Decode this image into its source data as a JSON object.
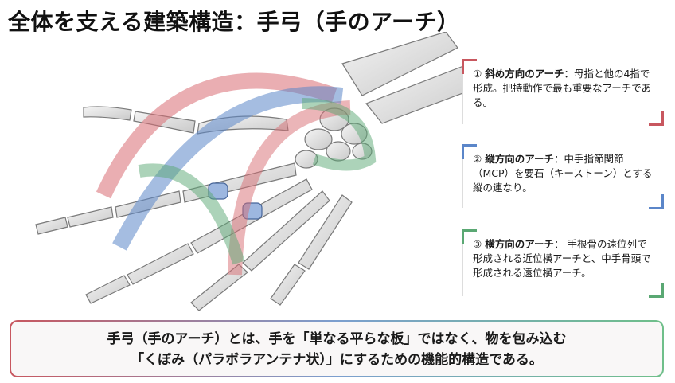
{
  "title": "全体を支える建築構造：手弓（手のアーチ）",
  "cards": [
    {
      "num": "①",
      "head": "斜め方向のアーチ",
      "body": "：母指と他の4指で形成。把持動作で最も重要なアーチである。",
      "color": "#c8575f"
    },
    {
      "num": "②",
      "head": "縦方向のアーチ",
      "body": "：中手指節関節（MCP）を要石（キーストーン）とする縦の連なり。",
      "color": "#5b86c9"
    },
    {
      "num": "③",
      "head": "横方向のアーチ",
      "body": "： 手根骨の遠位列で形成される近位横アーチと、中手骨頭で形成される遠位横アーチ。",
      "color": "#5aa873"
    }
  ],
  "banner": {
    "line1": "手弓（手のアーチ）とは、手を「単なる平らな板」ではなく、物を包み込む",
    "line2": "「くぼみ（パラボラアンテナ状）」にするための機能的構造である。"
  },
  "icons": [
    "hand-skeleton-illustration",
    "oblique-arch-icon",
    "longitudinal-arch-icon",
    "transverse-arch-icon"
  ]
}
